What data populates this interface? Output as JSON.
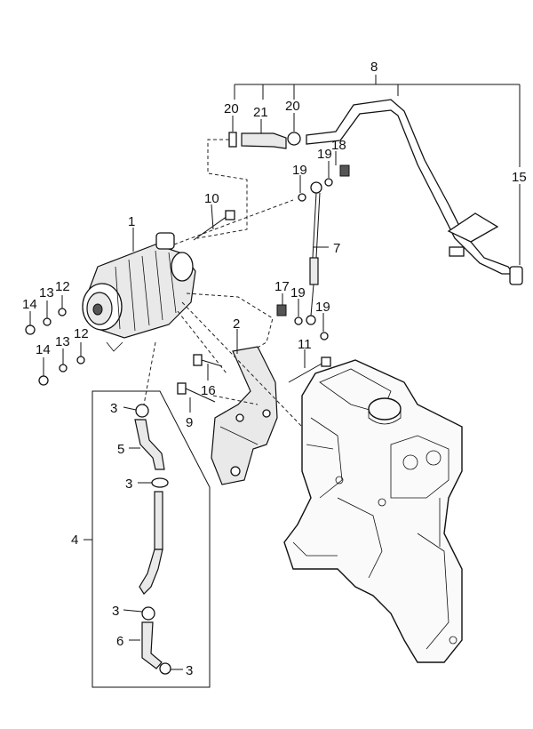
{
  "callouts": {
    "c1": "1",
    "c2": "2",
    "c3a": "3",
    "c3b": "3",
    "c3c": "3",
    "c3d": "3",
    "c4": "4",
    "c5": "5",
    "c6": "6",
    "c7": "7",
    "c8": "8",
    "c9": "9",
    "c10": "10",
    "c11": "11",
    "c12a": "12",
    "c12b": "12",
    "c13a": "13",
    "c13b": "13",
    "c14a": "14",
    "c14b": "14",
    "c15": "15",
    "c16": "16",
    "c17": "17",
    "c18": "18",
    "c19a": "19",
    "c19b": "19",
    "c19c": "19",
    "c19d": "19",
    "c20a": "20",
    "c20b": "20",
    "c21": "21"
  }
}
